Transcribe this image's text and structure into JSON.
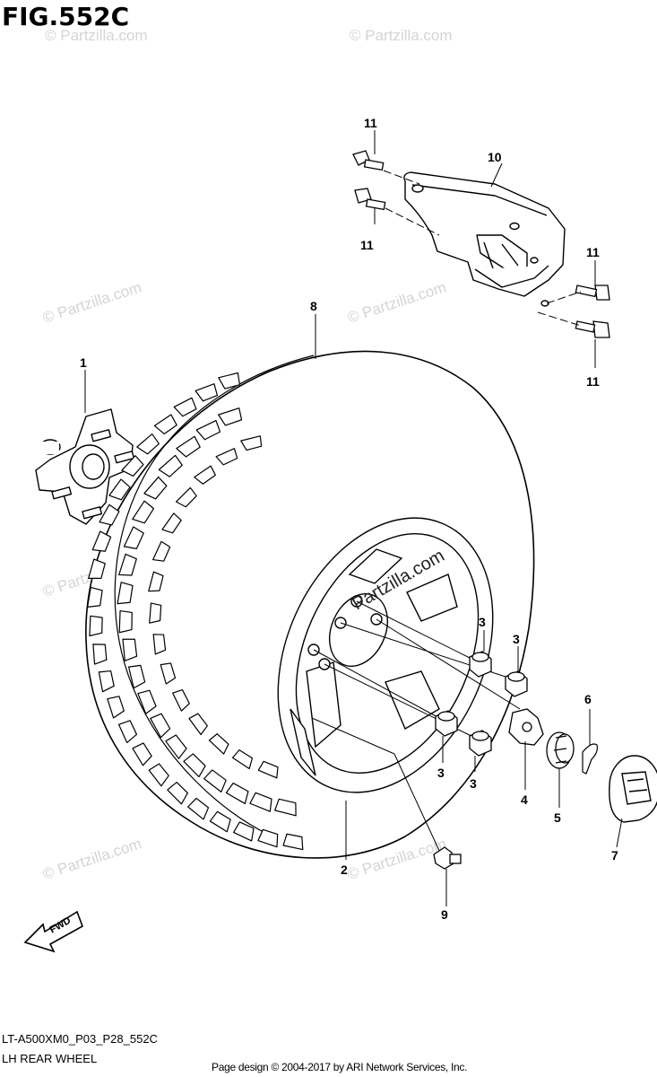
{
  "figure": {
    "title": "FIG.552C",
    "reference_code": "LT-A500XM0_P03_P28_552C",
    "caption": "LH REAR WHEEL",
    "credit": "Page design © 2004-2017 by ARI Network Services, Inc."
  },
  "watermark": {
    "text": "© Partzilla.com",
    "overlay_text": "Partzilla.com"
  },
  "direction_arrow": {
    "label": "FWD"
  },
  "callouts": [
    {
      "id": "c1",
      "label": "1"
    },
    {
      "id": "c2",
      "label": "2"
    },
    {
      "id": "c3a",
      "label": "3"
    },
    {
      "id": "c3b",
      "label": "3"
    },
    {
      "id": "c3c",
      "label": "3"
    },
    {
      "id": "c3d",
      "label": "3"
    },
    {
      "id": "c4",
      "label": "4"
    },
    {
      "id": "c5",
      "label": "5"
    },
    {
      "id": "c6",
      "label": "6"
    },
    {
      "id": "c7",
      "label": "7"
    },
    {
      "id": "c8",
      "label": "8"
    },
    {
      "id": "c9",
      "label": "9"
    },
    {
      "id": "c10",
      "label": "10"
    },
    {
      "id": "c11a",
      "label": "11"
    },
    {
      "id": "c11b",
      "label": "11"
    },
    {
      "id": "c11c",
      "label": "11"
    },
    {
      "id": "c11d",
      "label": "11"
    }
  ]
}
